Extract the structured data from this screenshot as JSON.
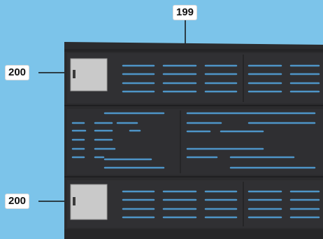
{
  "colors": {
    "background": "#7cc4ea",
    "panel": "#2b2b2d",
    "panel_inner": "#323235",
    "line": "#4e95c8",
    "port_fill": "#c9c9c9",
    "leader": "#111111"
  },
  "callouts": {
    "top_label": "199",
    "port_top_label": "200",
    "port_bottom_label": "200"
  },
  "panel": {
    "kind": "rack-panel",
    "port_icons": [
      "vent-grille-icon",
      "vent-grille-icon"
    ]
  }
}
